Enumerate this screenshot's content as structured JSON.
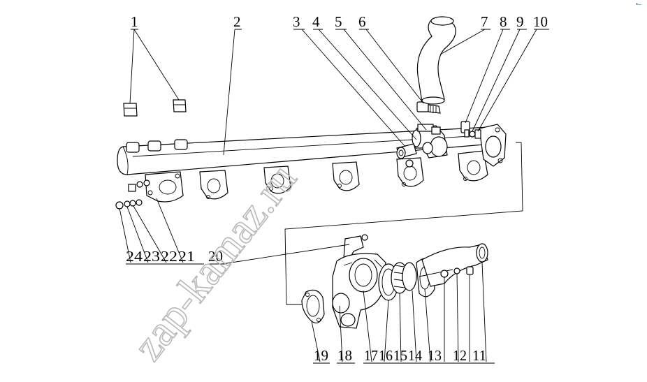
{
  "watermark": "zap-kamaz.ru",
  "corner_mark": "•–",
  "callouts": [
    "1",
    "2",
    "3",
    "4",
    "5",
    "6",
    "7",
    "8",
    "9",
    "10",
    "11",
    "12",
    "13",
    "14",
    "15",
    "16",
    "17",
    "18",
    "19",
    "20",
    "21",
    "22",
    "23",
    "24"
  ],
  "colors": {
    "ink": "#000000",
    "paper": "#ffffff",
    "watermark": "#b8b8b8"
  }
}
